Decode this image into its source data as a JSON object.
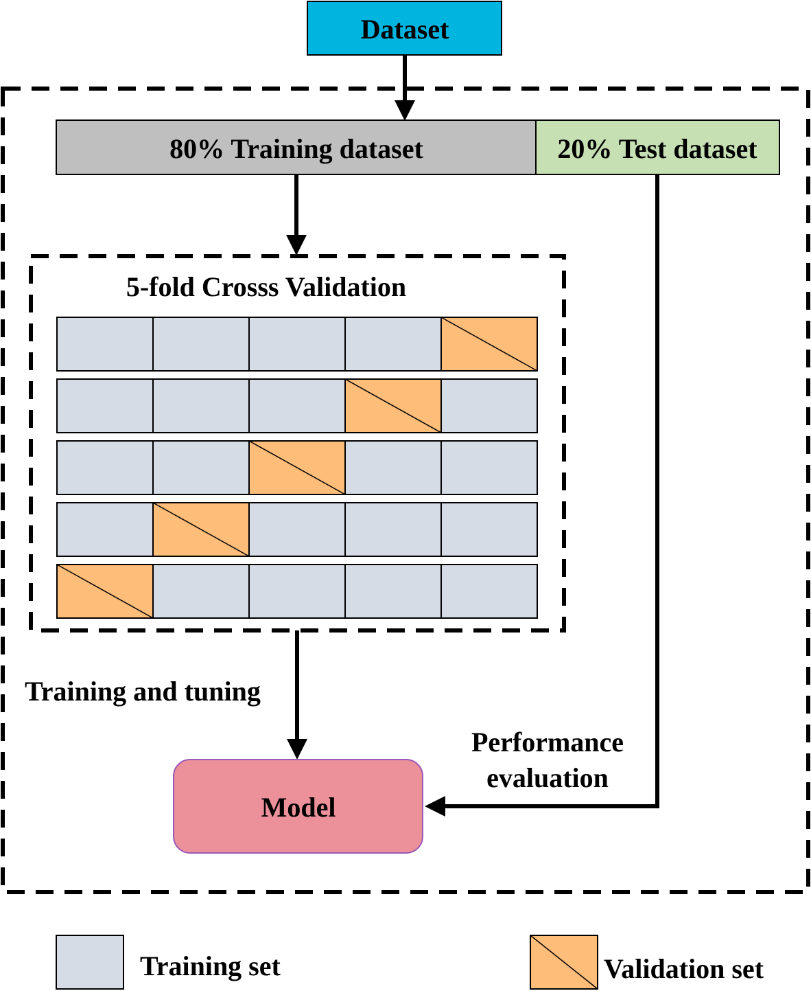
{
  "dataset": {
    "label": "Dataset",
    "color": "#00b4e0"
  },
  "split": {
    "training_label": "80% Training dataset",
    "training_color": "#bfbfbf",
    "test_label": "20% Test dataset",
    "test_color": "#c6e0b4"
  },
  "cv": {
    "title": "5-fold Crosss Validation",
    "folds": 5,
    "validation_fold_per_row": [
      5,
      4,
      3,
      2,
      1
    ],
    "training_cell_color": "#d6dce5",
    "validation_cell_color": "#ffbd7a"
  },
  "labels": {
    "training_tuning": "Training and tuning",
    "performance_line1": "Performance",
    "performance_line2": "evaluation"
  },
  "model": {
    "label": "Model",
    "color": "#ec909a",
    "border": "#9b59b6"
  },
  "legend": {
    "training_label": "Training set",
    "validation_label": "Validation set"
  }
}
